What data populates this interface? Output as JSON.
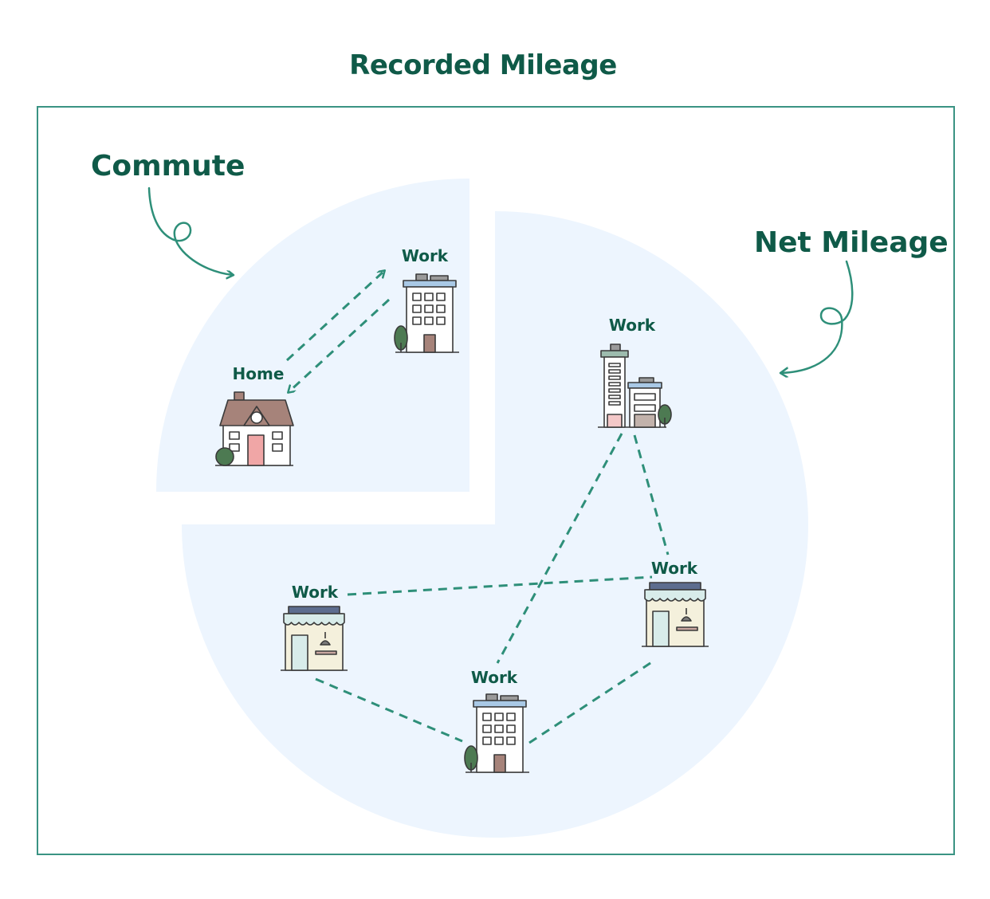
{
  "title": "Recorded Mileage",
  "sections": {
    "commute": "Commute",
    "net_mileage": "Net Mileage"
  },
  "nodes": {
    "commute_work": "Work",
    "home": "Home",
    "net_work_top": "Work",
    "net_work_right": "Work",
    "net_work_left": "Work",
    "net_work_bottom": "Work"
  },
  "colors": {
    "accent": "#2e8f79",
    "text": "#0f5a48",
    "pie_fill": "#edf5fe",
    "frame": "#3a9383"
  },
  "icons": {
    "commute_work": "office-building-icon",
    "home": "house-icon",
    "net_work_top": "office-tower-icon",
    "net_work_right": "shop-icon",
    "net_work_left": "shop-icon",
    "net_work_bottom": "office-building-icon"
  }
}
